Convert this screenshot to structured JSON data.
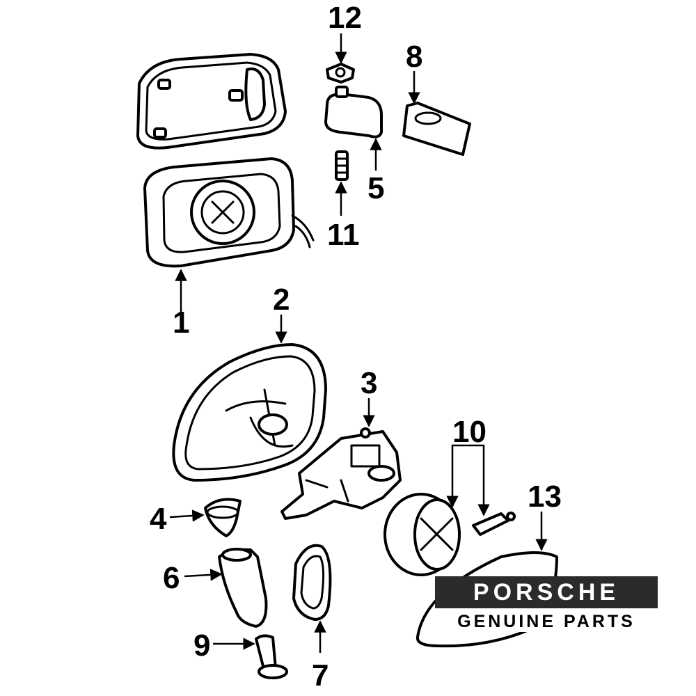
{
  "callouts": [
    "1",
    "2",
    "3",
    "4",
    "5",
    "6",
    "7",
    "8",
    "9",
    "10",
    "11",
    "12",
    "13"
  ],
  "logo": {
    "brand": "PORSCHE",
    "tagline": "GENUINE PARTS"
  }
}
